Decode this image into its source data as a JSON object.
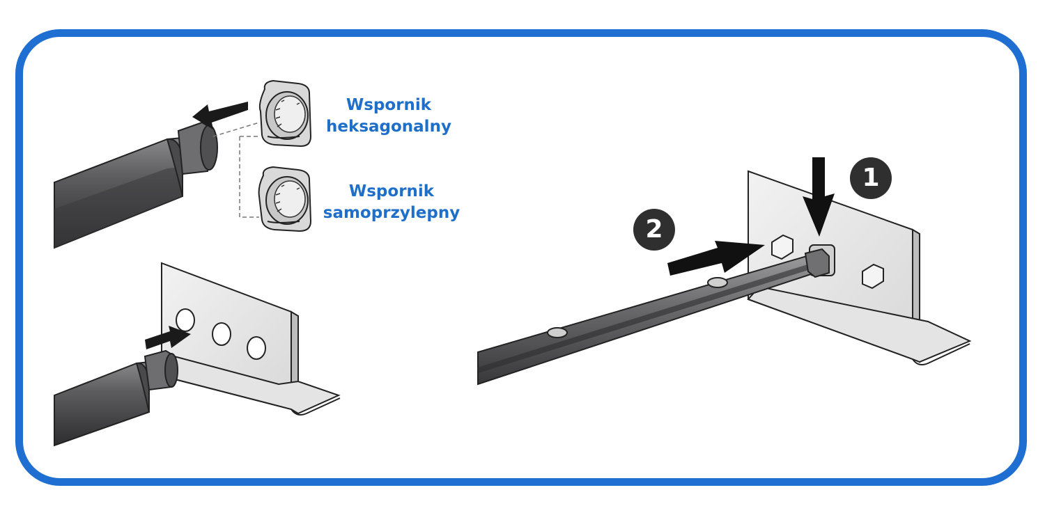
{
  "labels": {
    "hex_bracket": {
      "line1": "Wspornik",
      "line2": "heksagonalny"
    },
    "adhesive_bracket": {
      "line1": "Wspornik",
      "line2": "samoprzylepny"
    }
  },
  "steps": {
    "step1": "1",
    "step2": "2"
  },
  "colors": {
    "frame": "#1f6fd2",
    "label": "#1e6fc9",
    "rod": "#58585a",
    "bracket": "#ededed",
    "badge": "#2f2f2f",
    "arrow": "#111111"
  }
}
